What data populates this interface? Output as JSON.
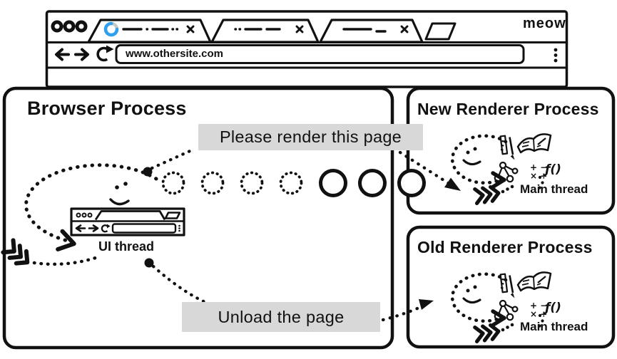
{
  "window": {
    "url": "www.othersite.com",
    "brand": "meow"
  },
  "messages": {
    "render": "Please render this page",
    "unload": "Unload the page"
  },
  "processes": {
    "browser": {
      "title": "Browser Process",
      "thread": "UI thread"
    },
    "new_renderer": {
      "title": "New Renderer Process",
      "thread": "Main thread"
    },
    "old_renderer": {
      "title": "Old Renderer Process",
      "thread": "Main thread"
    }
  },
  "icons": {
    "math_row1": "+ −",
    "math_row2": "× ÷",
    "function": "ƒ()"
  },
  "colors": {
    "ink": "#111111",
    "label_bg": "#d8d8d8",
    "spinner_blue": "#2f9ff0",
    "spinner_gray": "#c8c8c8"
  }
}
